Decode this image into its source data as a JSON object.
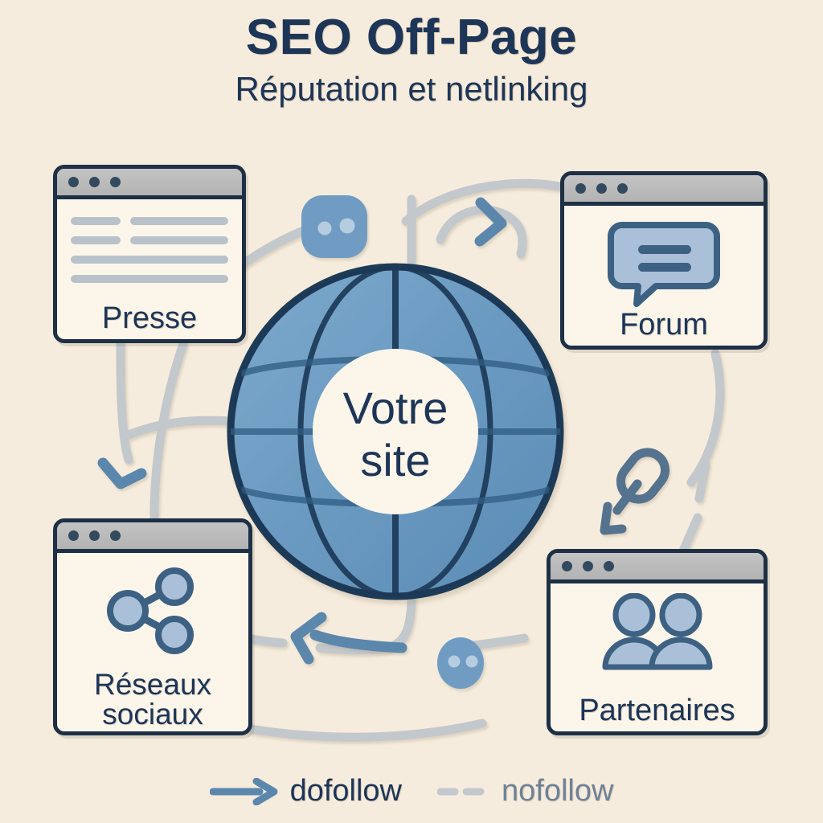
{
  "header": {
    "title": "SEO Off-Page",
    "subtitle": "Réputation et netlinking"
  },
  "center": {
    "label_line1": "Votre",
    "label_line2": "site",
    "icon": "globe-icon"
  },
  "cards": [
    {
      "id": "presse",
      "label": "Presse",
      "icon": "article-lines-icon",
      "position": "top-left"
    },
    {
      "id": "forum",
      "label": "Forum",
      "icon": "speech-bubble-icon",
      "position": "top-right"
    },
    {
      "id": "reseaux-sociaux",
      "label_line1": "Réseaux",
      "label_line2": "sociaux",
      "label": "Réseaux sociaux",
      "icon": "share-network-icon",
      "position": "bottom-left"
    },
    {
      "id": "partenaires",
      "label": "Partenaires",
      "icon": "two-people-icon",
      "position": "bottom-right"
    }
  ],
  "decorations": [
    {
      "id": "blob-top",
      "icon": "rounded-blob-two-dots-icon"
    },
    {
      "id": "blob-bottom",
      "icon": "circle-two-dots-icon"
    },
    {
      "id": "link-tag",
      "icon": "link-chain-icon"
    }
  ],
  "legend": {
    "items": [
      {
        "id": "dofollow",
        "label": "dofollow",
        "style": "solid-arrow",
        "color": "#5c87ad"
      },
      {
        "id": "nofollow",
        "label": "nofollow",
        "style": "dashed-line",
        "color": "#c3c8cc"
      }
    ]
  },
  "colors": {
    "background": "#f6ecdd",
    "ink": "#1d3557",
    "card_border": "#1d3045",
    "card_fill": "#fcf6ea",
    "title_bar": "#bdbdbd",
    "globe_fill": "#6c9bc2",
    "globe_line": "#1e3a56",
    "accent_blue": "#5c87ad",
    "muted_gray": "#c3c8cc",
    "icon_fill": "#a9c0d8",
    "icon_stroke": "#3d6183"
  }
}
